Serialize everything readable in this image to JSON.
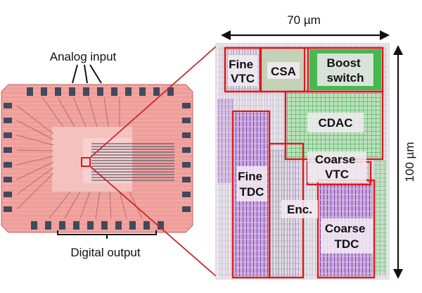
{
  "labels": {
    "analog_input": "Analog input",
    "digital_output": "Digital output",
    "width_dim": "70 µm",
    "height_dim": "100 µm"
  },
  "blocks": {
    "fine_vtc": [
      "Fine",
      "VTC"
    ],
    "csa": "CSA",
    "boost_switch": [
      "Boost",
      "switch"
    ],
    "cdac": "CDAC",
    "coarse_vtc": [
      "Coarse",
      "VTC"
    ],
    "fine_tdc": [
      "Fine",
      "TDC"
    ],
    "enc": "Enc.",
    "coarse_tdc": [
      "Coarse",
      "TDC"
    ]
  },
  "colors": {
    "die": "#e98a86",
    "die_core": "#f1b6b3",
    "pad": "#3f4a5e",
    "highlight": "#d81c1c",
    "layout_bg": "#f2eef3",
    "metal_green": "#43b04a",
    "metal_purple": "#8c5bc2",
    "block_label_bg": "#f3ecf4"
  }
}
